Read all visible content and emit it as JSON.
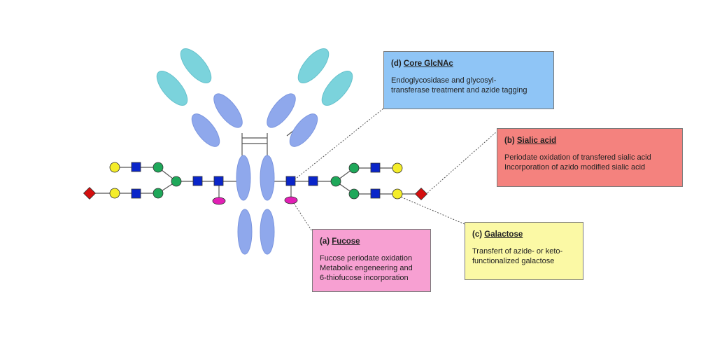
{
  "colors": {
    "light_chain": "#7bd3dc",
    "heavy_chain": "#8fa8ec",
    "chain_stroke": "#6f8bd8",
    "glcnac": "#0a25c9",
    "mannose": "#1fa85a",
    "galactose": "#f4ed2a",
    "sialic_acid": "#d40f0f",
    "fucose": "#e21fb5",
    "box_d": "#8fc5f6",
    "box_b": "#f4827e",
    "box_a": "#f7a0d2",
    "box_c": "#fbf9a5"
  },
  "icons": {
    "glcnac": "blue-square",
    "mannose": "green-circle",
    "galactose": "yellow-circle",
    "sialic_acid": "red-diamond",
    "fucose": "magenta-ellipse"
  },
  "boxes": {
    "d": {
      "letter": "(d)",
      "name": "Core GlcNAc",
      "lines": [
        "Endoglycosidase and glycosyl-",
        "transferase treatment and azide tagging"
      ]
    },
    "b": {
      "letter": "(b)",
      "name": "Sialic acid",
      "lines": [
        "Periodate oxidation of transfered sialic acid",
        "Incorporation of azido modified sialic acid"
      ]
    },
    "a": {
      "letter": "(a)",
      "name": "Fucose",
      "lines": [
        "Fucose periodate oxidation",
        "Metabolic engeneering and",
        "6-thiofucose incorporation"
      ]
    },
    "c": {
      "letter": "(c)",
      "name": "Galactose",
      "lines": [
        "Transfert of azide- or keto-",
        "functionalized galactose"
      ]
    }
  }
}
